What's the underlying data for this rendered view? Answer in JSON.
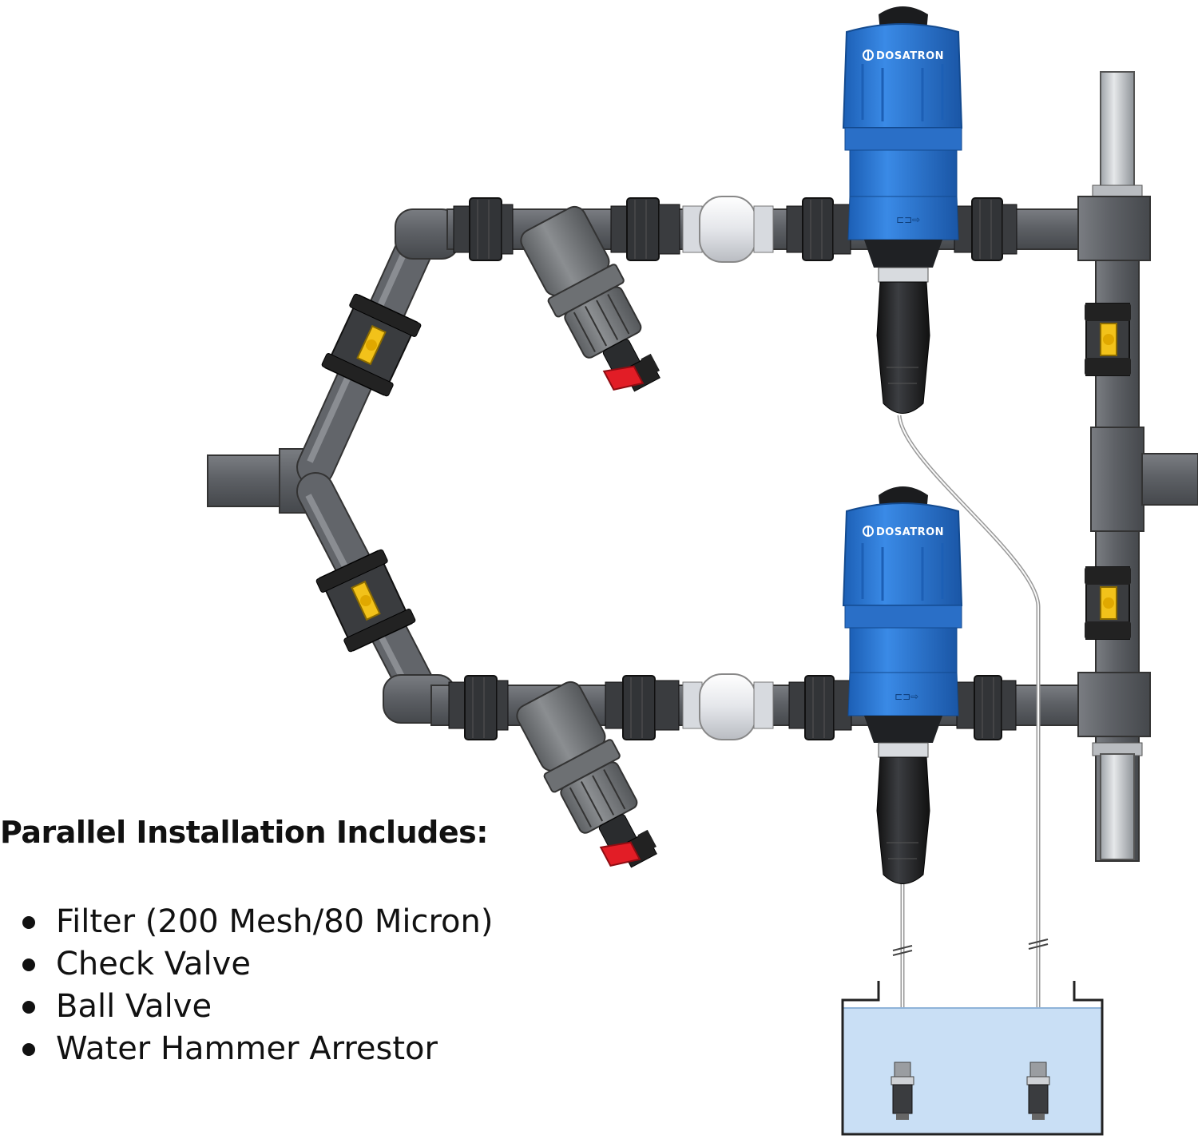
{
  "diagram": {
    "heading": "Parallel Installation Includes:",
    "items": [
      "Filter (200 Mesh/80 Micron)",
      "Check Valve",
      "Ball Valve",
      "Water Hammer Arrestor"
    ],
    "brand_label": "DOSATRON",
    "colors": {
      "pipe": "#5e6166",
      "pipe_dark": "#44474b",
      "union": "#3a3c3f",
      "dispenser_blue": "#2f7bd6",
      "dispenser_dark": "#1d1f22",
      "ball_valve_handle": "#f2c21a",
      "drain_valve_handle": "#e21d26",
      "tank_water": "#c9dff5"
    }
  }
}
